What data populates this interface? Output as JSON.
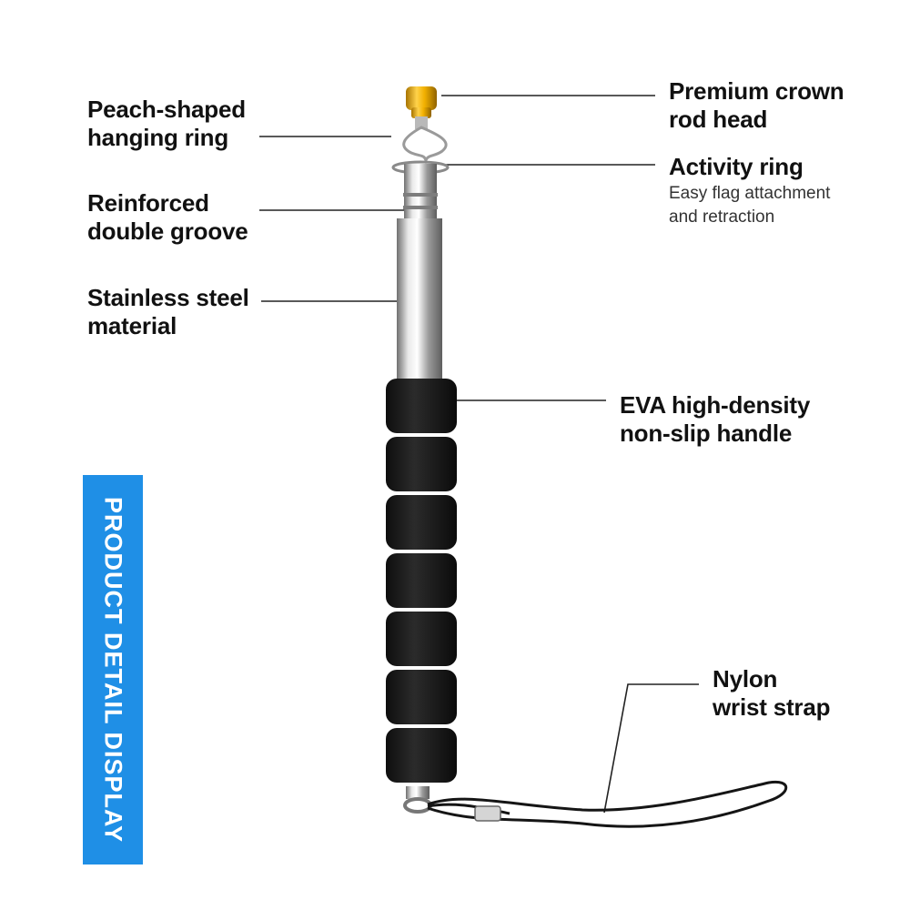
{
  "callouts": {
    "hanging_ring": {
      "line1": "Peach-shaped",
      "line2": "hanging ring"
    },
    "double_groove": {
      "line1": "Reinforced",
      "line2": "double groove"
    },
    "steel": {
      "line1": "Stainless steel",
      "line2": "material"
    },
    "crown_head": {
      "line1": "Premium crown",
      "line2": "rod head"
    },
    "activity_ring": {
      "title": "Activity ring",
      "desc1": "Easy flag attachment",
      "desc2": "and retraction"
    },
    "handle": {
      "line1": "EVA high-density",
      "line2": "non-slip handle"
    },
    "strap": {
      "line1": "Nylon",
      "line2": "wrist strap"
    }
  },
  "banner": {
    "text": "PRODUCT DETAIL DISPLAY",
    "color": "#1f8fe6"
  },
  "colors": {
    "text": "#111111",
    "handle": "#1b1b1b",
    "cap": "#e0a800",
    "steel": "#c9c9c9"
  }
}
